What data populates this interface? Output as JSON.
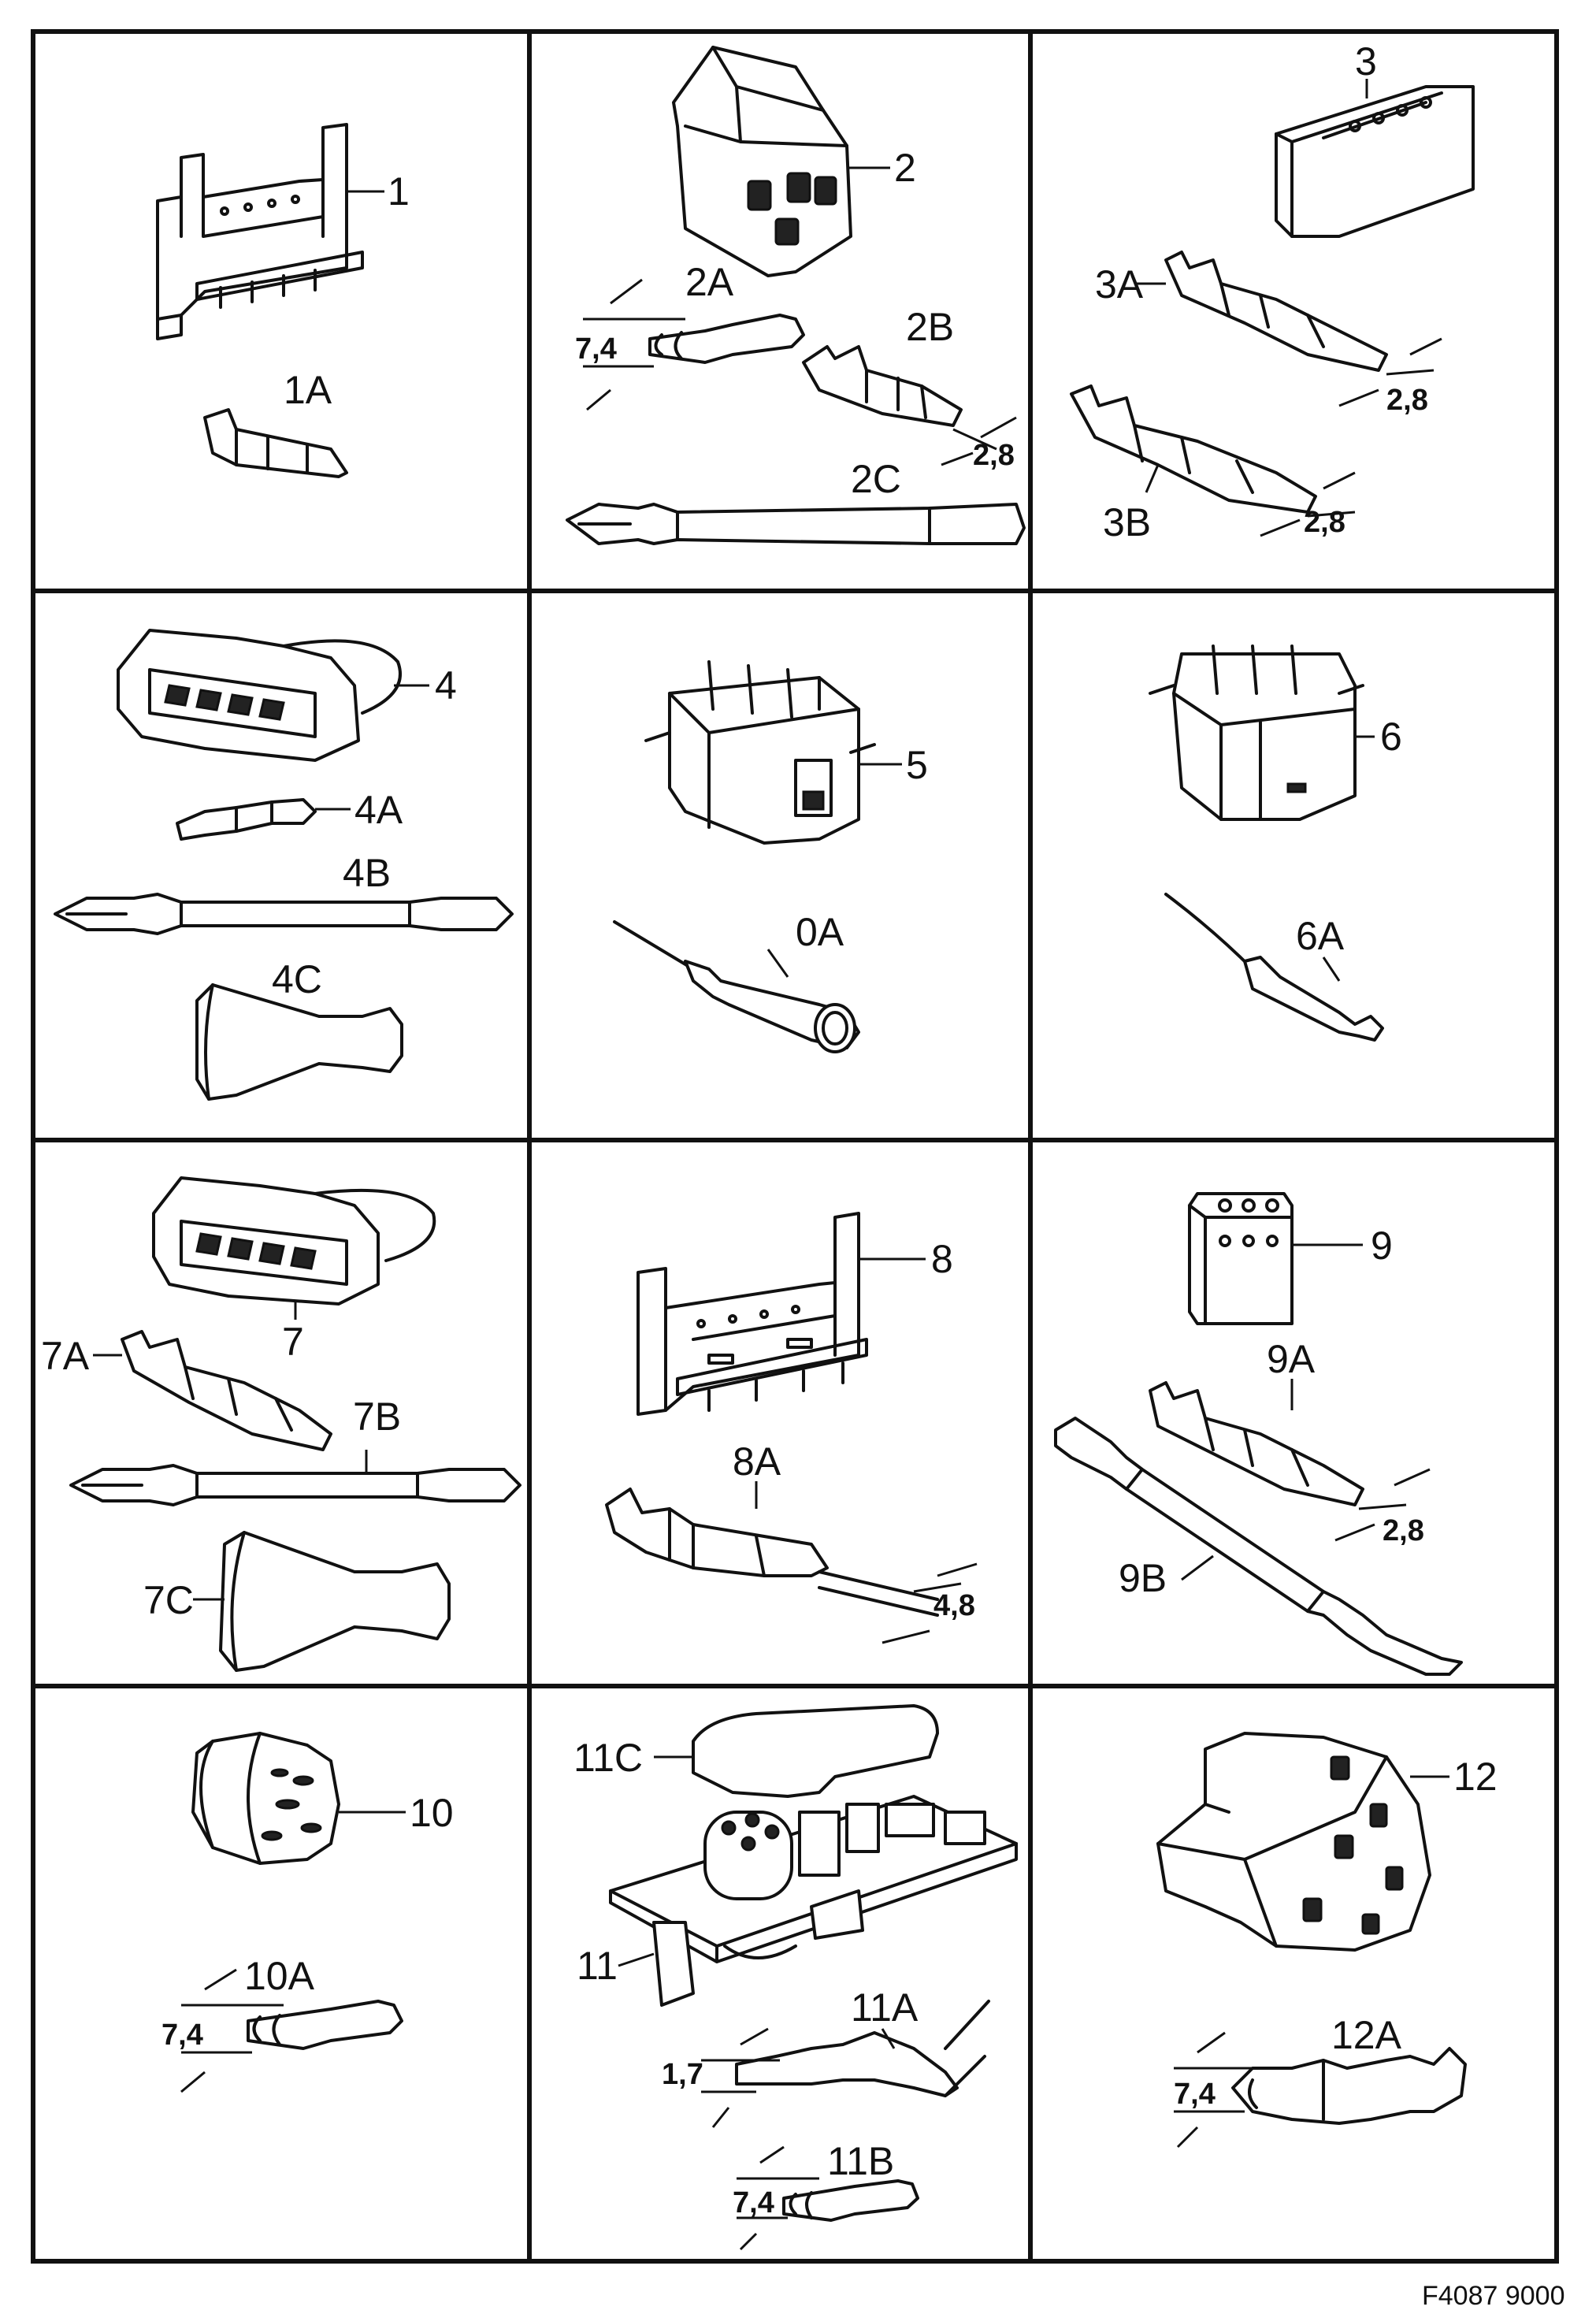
{
  "cells": {
    "c1": {
      "main": "1",
      "parts": [
        "1A"
      ]
    },
    "c2": {
      "main": "2",
      "parts": [
        "2A",
        "2B",
        "2C"
      ],
      "dims": [
        "7,4",
        "2,8"
      ]
    },
    "c3": {
      "main": "3",
      "parts": [
        "3A",
        "3B"
      ],
      "dims": [
        "2,8",
        "2,8"
      ]
    },
    "c4": {
      "main": "4",
      "parts": [
        "4A",
        "4B",
        "4C"
      ]
    },
    "c5": {
      "main": "5",
      "parts": [
        "0A"
      ]
    },
    "c6": {
      "main": "6",
      "parts": [
        "6A"
      ]
    },
    "c7": {
      "main": "7",
      "parts": [
        "7A",
        "7B",
        "7C"
      ]
    },
    "c8": {
      "main": "8",
      "parts": [
        "8A"
      ],
      "dims": [
        "4,8"
      ]
    },
    "c9": {
      "main": "9",
      "parts": [
        "9A",
        "9B"
      ],
      "dims": [
        "2,8"
      ]
    },
    "c10": {
      "main": "10",
      "parts": [
        "10A"
      ],
      "dims": [
        "7,4"
      ]
    },
    "c11": {
      "main": "11",
      "parts": [
        "11C",
        "11A",
        "11B"
      ],
      "dims": [
        "1,7",
        "7,4"
      ]
    },
    "c12": {
      "main": "12",
      "parts": [
        "12A"
      ],
      "dims": [
        "7,4"
      ]
    }
  },
  "figure_code": "F4087 9000"
}
